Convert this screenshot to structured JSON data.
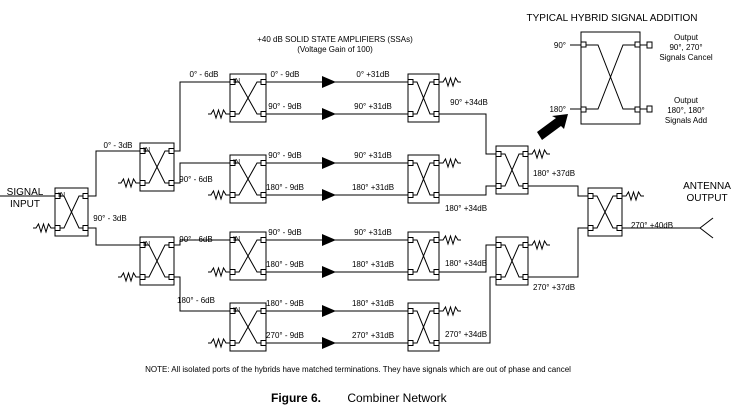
{
  "header": {
    "amp_title": "+40 dB SOLID STATE AMPLIFIERS (SSAs)",
    "amp_subtitle": "(Voltage Gain of 100)"
  },
  "inset": {
    "title": "TYPICAL HYBRID SIGNAL ADDITION",
    "in_top": "90°",
    "in_bottom": "180°",
    "out_top_1": "Output",
    "out_top_2": "90°, 270°",
    "out_top_3": "Signals Cancel",
    "out_bottom_1": "Output",
    "out_bottom_2": "180°, 180°",
    "out_bottom_3": "Signals Add"
  },
  "signal_input": [
    "SIGNAL",
    "INPUT"
  ],
  "antenna_output": [
    "ANTENNA",
    "OUTPUT"
  ],
  "in_label": "IN",
  "stage1": {
    "top": "0° - 3dB",
    "bottom": "90° - 3dB"
  },
  "stage2": {
    "h2a_top": "0° - 6dB",
    "h2a_bottom": "90° - 6dB",
    "h2b_top": "90° - 6dB",
    "h2b_bottom": "180° - 6dB"
  },
  "stage3": [
    "0° - 9dB",
    "90° - 9dB",
    "90° - 9dB",
    "180° - 9dB",
    "90° - 9dB",
    "180° - 9dB",
    "180° - 9dB",
    "270° - 9dB"
  ],
  "amp_outputs": [
    "0° +31dB",
    "90° +31dB",
    "90° +31dB",
    "180° +31dB",
    "90° +31dB",
    "180° +31dB",
    "180° +31dB",
    "270° +31dB"
  ],
  "comb1": [
    "90° +34dB",
    "180° +34dB",
    "180° +34dB",
    "270° +34dB"
  ],
  "comb2": [
    "180° +37dB",
    "270° +37dB"
  ],
  "final_out": "270° +40dB",
  "note": "NOTE:  All isolated ports of the hybrids have matched terminations.  They have signals which are out of phase and cancel",
  "figure": {
    "number": "Figure 6.",
    "title": "Combiner Network"
  }
}
